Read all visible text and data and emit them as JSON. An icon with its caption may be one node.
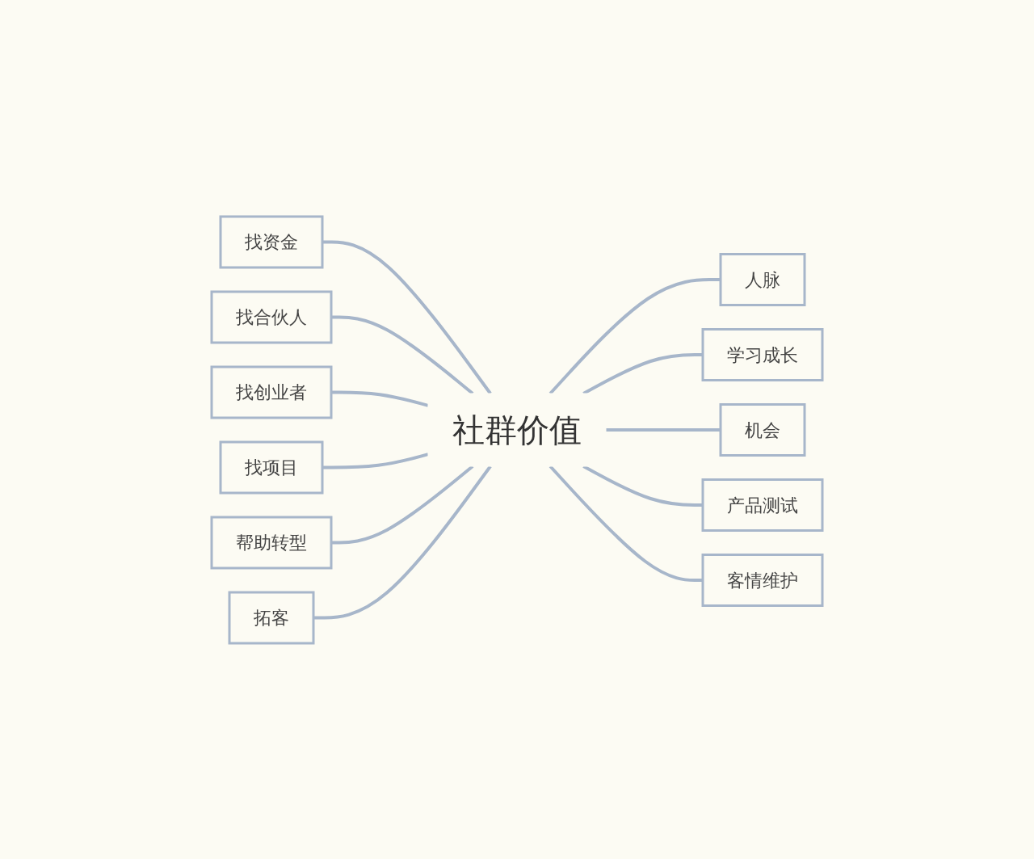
{
  "diagram": {
    "nodes": [
      {
        "text": [
          "社群价值"
        ]
      },
      {
        "text": [
          "找资金"
        ]
      },
      {
        "text": [
          "找合伙人"
        ]
      },
      {
        "text": [
          "找创业者"
        ]
      },
      {
        "text": [
          "找项目"
        ]
      },
      {
        "text": [
          "帮助转型"
        ]
      },
      {
        "text": [
          "拓客"
        ]
      },
      {
        "text": [
          "人脉"
        ]
      },
      {
        "text": [
          "学习成长"
        ]
      },
      {
        "text": [
          "机会"
        ]
      },
      {
        "text": [
          "产品测试"
        ]
      },
      {
        "text": [
          "客情维护"
        ]
      }
    ],
    "edges": [
      {
        "from": 1,
        "to": 0,
        "arrow": "none"
      },
      {
        "from": 2,
        "to": 0,
        "arrow": "none"
      },
      {
        "from": 3,
        "to": 0,
        "arrow": "none"
      },
      {
        "from": 4,
        "to": 0,
        "arrow": "none"
      },
      {
        "from": 5,
        "to": 0,
        "arrow": "none"
      },
      {
        "from": 6,
        "to": 0,
        "arrow": "none"
      },
      {
        "from": 0,
        "to": 7,
        "arrow": "none"
      },
      {
        "from": 0,
        "to": 8,
        "arrow": "none"
      },
      {
        "from": 0,
        "to": 9,
        "arrow": "none"
      },
      {
        "from": 0,
        "to": 10,
        "arrow": "none"
      },
      {
        "from": 0,
        "to": 11,
        "arrow": "none"
      }
    ]
  }
}
